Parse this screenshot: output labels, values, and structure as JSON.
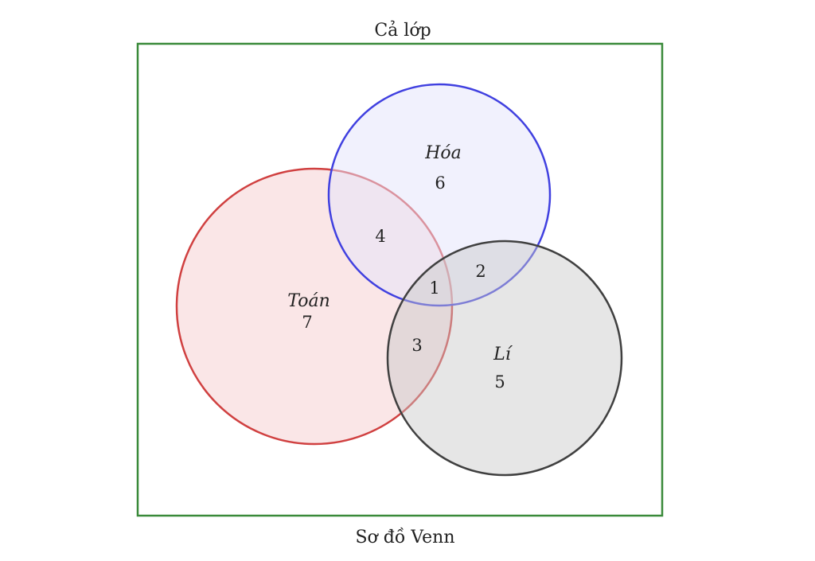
{
  "diagram": {
    "universe_label": "Cả lớp",
    "caption": "Sơ đồ Venn",
    "sets": {
      "toan": {
        "name": "Toán",
        "stroke": "#d04040",
        "fill": "#f3c0c4"
      },
      "hoa": {
        "name": "Hóa",
        "stroke": "#4040e0",
        "fill": "#e4e4fb"
      },
      "li": {
        "name": "Lí",
        "stroke": "#404040",
        "fill": "#c8c8c8"
      }
    },
    "regions": {
      "toan_only": "7",
      "hoa_only": "6",
      "li_only": "5",
      "toan_hoa": "4",
      "hoa_li": "2",
      "toan_li": "3",
      "all_three": "1"
    },
    "frame_color": "#3a8a3a"
  }
}
